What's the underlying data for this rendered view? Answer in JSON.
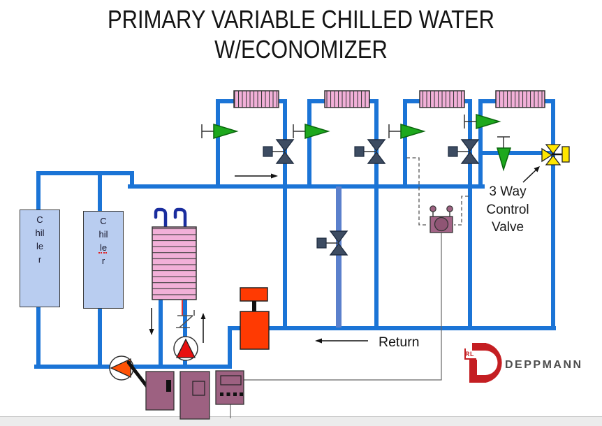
{
  "title": {
    "line1": "PRIMARY VARIABLE CHILLED WATER",
    "line2": "W/ECONOMIZER"
  },
  "labels": {
    "chiller_1": "Chiller",
    "chiller_2": "Chiller",
    "three_way_valve": "3 Way\nControl\nValve",
    "return_line": "Return"
  },
  "logo": {
    "initials": "RL",
    "company": "DEPPMANN"
  },
  "colors": {
    "pipe_blue": "#1b74d6",
    "bypass_blue": "#5b80cc",
    "coil_pink": "#f2b0d8",
    "valve_slate": "#3d4c62",
    "valve_green": "#1da81d",
    "valve_yellow": "#ffe600",
    "tank_orange": "#ff3a02",
    "cabinet_purple": "#9d6181",
    "chiller_fill": "#b9cdf0",
    "hx_stub_navy": "#1a2d9e",
    "logo_red": "#c41e22",
    "footer_gray": "#ececec"
  },
  "icons": [
    "fan-coil-icon",
    "heat-exchanger-icon",
    "two-way-control-valve-icon",
    "three-way-control-valve-icon",
    "circuit-setter-valve-icon",
    "pump-icon",
    "expansion-tank-icon",
    "flow-meter-icon",
    "vfd-cabinet-icon",
    "controller-icon",
    "flow-arrow-icon"
  ]
}
